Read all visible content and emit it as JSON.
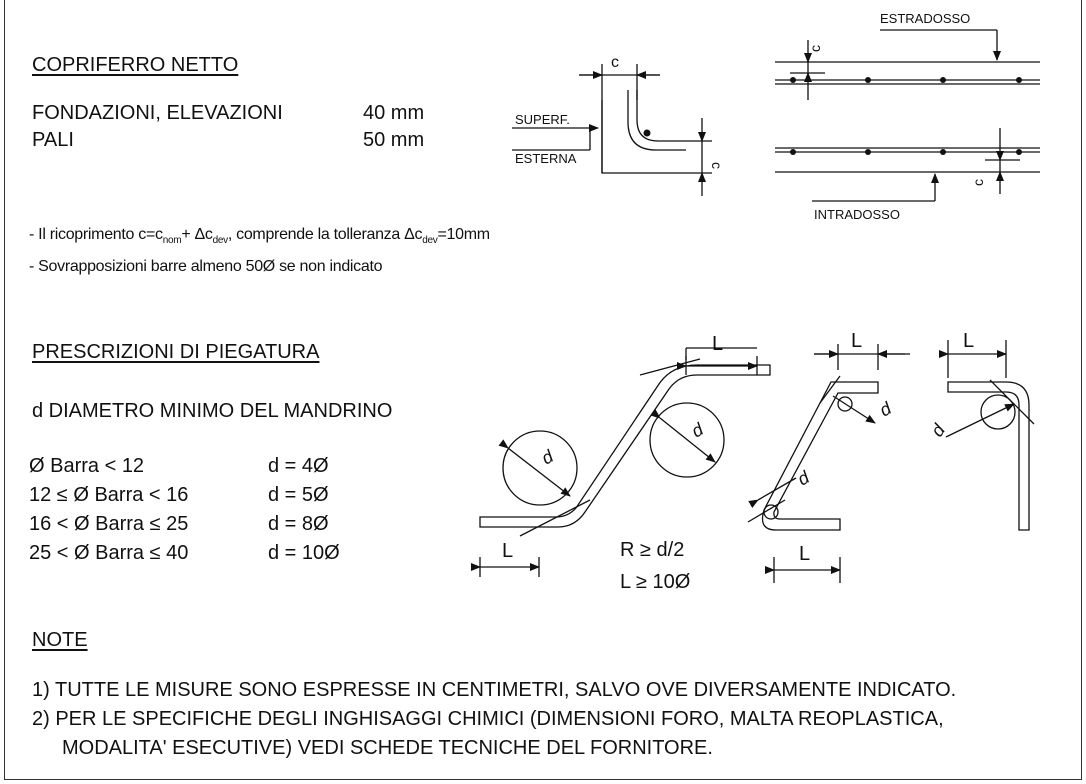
{
  "cover": {
    "title": "COPRIFERRO NETTO",
    "rows": [
      {
        "label": "FONDAZIONI, ELEVAZIONI",
        "value": "40 mm"
      },
      {
        "label": "PALI",
        "value": "50 mm"
      }
    ],
    "note1_pre": "- Il ricoprimento c=c",
    "note1_sub1": "nom",
    "note1_mid": "+ Δc",
    "note1_sub2": "dev",
    "note1_mid2": ", comprende la tolleranza Δc",
    "note1_sub3": "dev",
    "note1_post": "=10mm",
    "note2": "- Sovrapposizioni barre almeno 50Ø se non indicato",
    "fig": {
      "superf_label": "SUPERF.",
      "esterna_label": "ESTERNA",
      "c_label": "c",
      "estradosso_label": "ESTRADOSSO",
      "intradosso_label": "INTRADOSSO"
    }
  },
  "bending": {
    "title": "PRESCRIZIONI DI PIEGATURA",
    "subtitle": "d DIAMETRO MINIMO DEL MANDRINO",
    "rows": [
      {
        "condition": "Ø Barra  < 12",
        "value": "d = 4Ø"
      },
      {
        "condition": "12 ≤  Ø Barra  < 16",
        "value": "d = 5Ø"
      },
      {
        "condition": "16 <  Ø Barra  ≤ 25",
        "value": "d = 8Ø"
      },
      {
        "condition": "25 <  Ø Barra  ≤ 40",
        "value": "d = 10Ø"
      }
    ],
    "fig": {
      "L_label": "L",
      "d_label": "d",
      "r_rule": "R ≥ d/2",
      "l_rule": "L ≥ 10Ø"
    }
  },
  "notes": {
    "title": "NOTE",
    "items": [
      "1) TUTTE LE MISURE SONO ESPRESSE IN CENTIMETRI, SALVO OVE DIVERSAMENTE INDICATO.",
      "2) PER LE SPECIFICHE DEGLI INGHISAGGI CHIMICI (DIMENSIONI FORO, MALTA REOPLASTICA,",
      "MODALITA' ESECUTIVE) VEDI SCHEDE TECNICHE DEL FORNITORE."
    ]
  }
}
